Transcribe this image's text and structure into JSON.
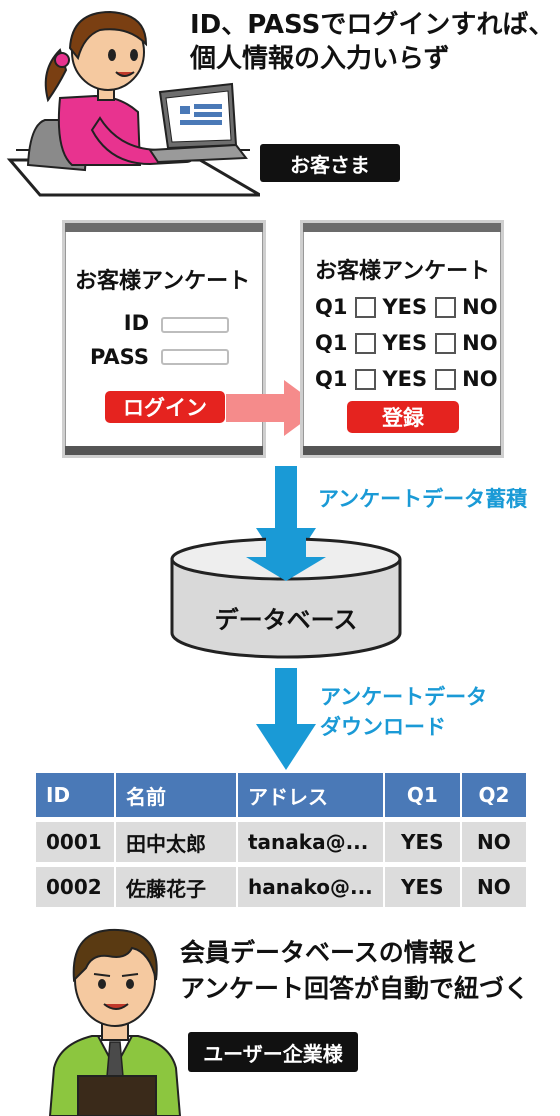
{
  "customer": {
    "headline_line1": "ID、PASSでログインすれば、",
    "headline_line2": "個人情報の入力いらず",
    "tag": "お客さま"
  },
  "login_screen": {
    "title": "お客様アンケート",
    "id_label": "ID",
    "pass_label": "PASS",
    "login_button": "ログイン"
  },
  "survey_screen": {
    "title": "お客様アンケート",
    "rows": [
      {
        "q": "Q1",
        "yes": "YES",
        "no": "NO"
      },
      {
        "q": "Q1",
        "yes": "YES",
        "no": "NO"
      },
      {
        "q": "Q1",
        "yes": "YES",
        "no": "NO"
      }
    ],
    "submit_button": "登録"
  },
  "flow": {
    "accumulate_label": "アンケートデータ蓄積",
    "database_label": "データベース",
    "download_line1": "アンケートデータ",
    "download_line2": "ダウンロード"
  },
  "table": {
    "headers": [
      "ID",
      "名前",
      "アドレス",
      "Q1",
      "Q2"
    ],
    "rows": [
      [
        "0001",
        "田中太郎",
        "tanaka@...",
        "YES",
        "NO"
      ],
      [
        "0002",
        "佐藤花子",
        "hanako@...",
        "YES",
        "NO"
      ]
    ]
  },
  "company": {
    "headline_line1": "会員データベースの情報と",
    "headline_line2": "アンケート回答が自動で紐づく",
    "tag": "ユーザー企業様"
  },
  "colors": {
    "accent_red": "#e5231f",
    "arrow_blue": "#1a9ad6",
    "arrow_pink": "#f58b8b",
    "table_header": "#4a79b7"
  }
}
